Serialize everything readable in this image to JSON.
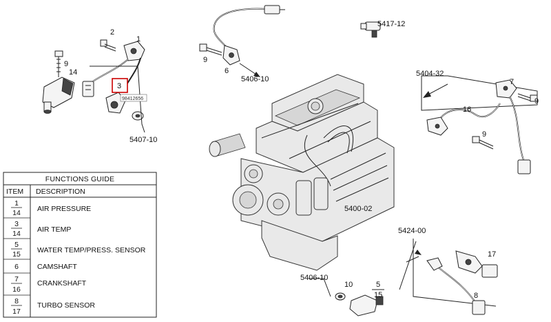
{
  "callouts": {
    "c1": "1",
    "c2": "2",
    "c3": "3",
    "c9a": "9",
    "c14": "14",
    "c9b": "9",
    "c6": "6",
    "c7": "7",
    "c9c": "9",
    "c16": "16",
    "c9d": "9",
    "c17": "17",
    "c8": "8",
    "c10": "10",
    "c5": "5",
    "c15": "15"
  },
  "refs": {
    "r5407": "5407-10",
    "r5406a": "5406-10",
    "r5417": "5417-12",
    "r5404": "5404-32",
    "r5400": "5400-02",
    "r5424": "5424-00",
    "r5406b": "5406-10"
  },
  "part_tag": "98412656",
  "guide": {
    "title": "FUNCTIONS GUIDE",
    "header_item": "ITEM",
    "header_desc": "DESCRIPTION",
    "rows": [
      {
        "top": "1",
        "bottom": "14",
        "desc": "AIR PRESSURE"
      },
      {
        "top": "3",
        "bottom": "14",
        "desc": "AIR TEMP"
      },
      {
        "top": "5",
        "bottom": "15",
        "desc": "WATER TEMP/PRESS. SENSOR"
      },
      {
        "top": "6",
        "bottom": "",
        "desc": "CAMSHAFT"
      },
      {
        "top": "7",
        "bottom": "16",
        "desc": "CRANKSHAFT"
      },
      {
        "top": "8",
        "bottom": "17",
        "desc": "TURBO SENSOR"
      }
    ]
  }
}
